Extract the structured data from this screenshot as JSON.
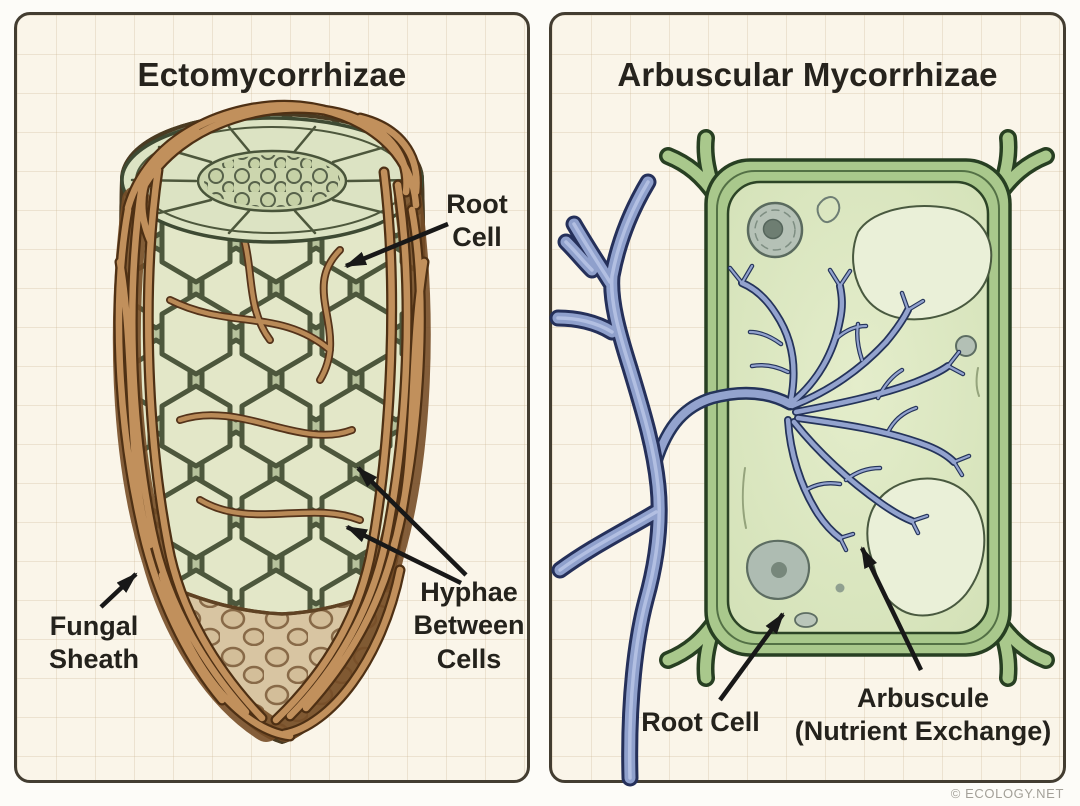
{
  "figure_type": "biology-diagram",
  "panels": {
    "left": {
      "title": "Ectomycorrhizae",
      "labels": {
        "root_cell": "Root\nCell",
        "hyphae_between_cells": "Hyphae\nBetween\nCells",
        "fungal_sheath": "Fungal\nSheath"
      }
    },
    "right": {
      "title": "Arbuscular Mycorrhizae",
      "labels": {
        "root_cell": "Root Cell",
        "arbuscule": "Arbuscule\n(Nutrient Exchange)"
      }
    }
  },
  "footer": {
    "watermark": "© ECOLOGY.NET"
  },
  "colors": {
    "page_background": "#fdfcf8",
    "panel_background": "#faf5e9",
    "panel_border": "#433d31",
    "grid_line": "#e9dfcb",
    "text": "#26231d",
    "arrow": "#181818",
    "watermark_text": "#a3a098",
    "hypha_blue": "#8fa0cc",
    "hypha_outline": "#25305a",
    "cell_wall_green": "#a9c88c",
    "cell_interior_green": "#dae6c0",
    "root_cell_green": "#e3e7c8",
    "fungal_brown": "#c1905c",
    "fungal_brown_dark": "#4e3014",
    "root_cap_tan": "#d8c5a2"
  }
}
